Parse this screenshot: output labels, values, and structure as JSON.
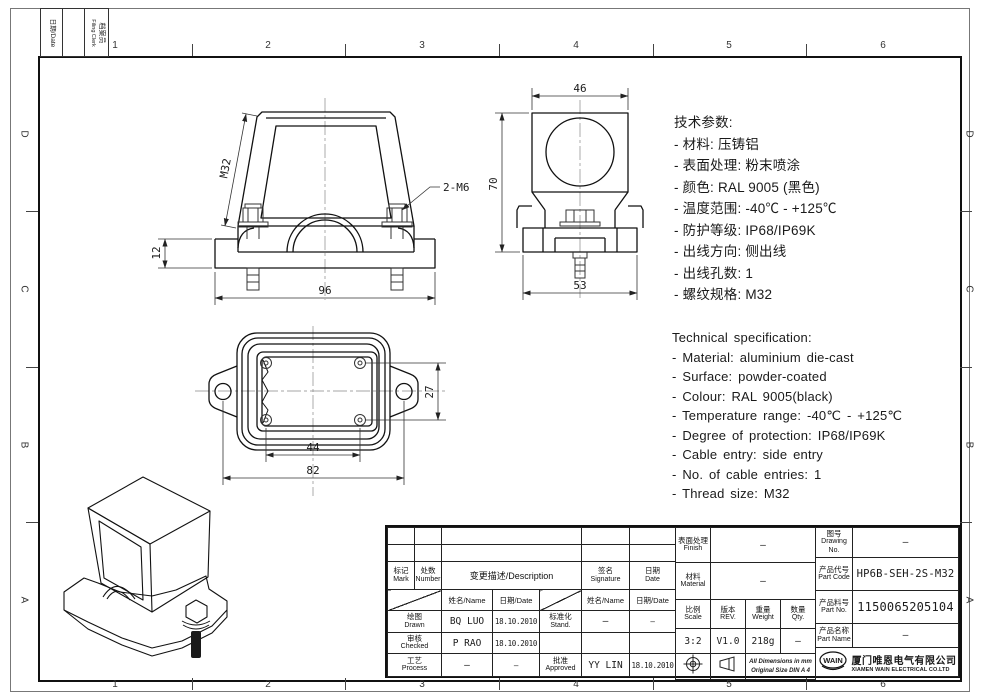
{
  "sheet": {
    "zone_cols": [
      "1",
      "2",
      "3",
      "4",
      "5",
      "6"
    ],
    "zone_rows": [
      "D",
      "C",
      "B",
      "A"
    ],
    "stamp_date": "日期/Date",
    "stamp_filing_cn": "档案员",
    "stamp_filing_en": "Filing Clerk"
  },
  "views": {
    "front": {
      "thread": "M32",
      "bolt_callout": "2-M6",
      "overall_width": "96",
      "flange_thickness": "12"
    },
    "side": {
      "top_width": "46",
      "overall_height": "70",
      "base_width": "53"
    },
    "top": {
      "screw_span": "44",
      "mount_hole_span": "82",
      "screw_span_v": "27"
    }
  },
  "specs_cn": {
    "lines": [
      "技术参数:",
      "- 材料: 压铸铝",
      "- 表面处理: 粉末喷涂",
      "- 颜色: RAL 9005 (黑色)",
      "- 温度范围: -40℃ - +125℃",
      "- 防护等级: IP68/IP69K",
      "- 出线方向: 侧出线",
      "- 出线孔数: 1",
      "- 螺纹规格: M32"
    ]
  },
  "specs_en": {
    "lines": [
      "Technical specification:",
      "- Material: aluminium die-cast",
      "- Surface: powder-coated",
      "- Colour: RAL 9005(black)",
      "- Temperature range: -40℃ - +125℃",
      "- Degree of protection: IP68/IP69K",
      "- Cable entry: side entry",
      "- No. of cable entries: 1",
      "- Thread size: M32"
    ]
  },
  "title_block": {
    "revision_table": {
      "mark": {
        "cn": "标记",
        "en": "Mark"
      },
      "number": {
        "cn": "处数",
        "en": "Number"
      },
      "description": "变更描述/Description",
      "signature": {
        "cn": "签名",
        "en": "Signature"
      },
      "date": {
        "cn": "日期",
        "en": "Date"
      },
      "name_label": "姓名/Name",
      "date_label": "日期/Date",
      "rows": {
        "drawn": {
          "label": {
            "cn": "绘图",
            "en": "Drawn"
          },
          "name": "BQ LUO",
          "date": "18.10.2010"
        },
        "checked": {
          "label": {
            "cn": "审核",
            "en": "Checked"
          },
          "name": "P RAO",
          "date": "18.10.2010"
        },
        "process": {
          "label": {
            "cn": "工艺",
            "en": "Process"
          },
          "name": "–",
          "date": "–"
        },
        "stand": {
          "label": {
            "cn": "标准化",
            "en": "Stand."
          },
          "name": "–",
          "date": "–"
        },
        "approved": {
          "label": {
            "cn": "批准",
            "en": "Approved"
          },
          "name": "YY LIN",
          "date": "18.10.2010"
        }
      }
    },
    "info": {
      "finish": {
        "label": {
          "cn": "表面处理",
          "en": "Finish"
        },
        "value": "–"
      },
      "material": {
        "label": {
          "cn": "材料",
          "en": "Material"
        },
        "value": "–"
      },
      "scale": {
        "label": {
          "cn": "比例",
          "en": "Scale"
        },
        "value": "3:2"
      },
      "rev": {
        "label": {
          "cn": "版本",
          "en": "REV."
        },
        "value": "V1.0"
      },
      "weight": {
        "label": {
          "cn": "重量",
          "en": "Weight"
        },
        "value": "218g"
      },
      "qty": {
        "label": {
          "cn": "数量",
          "en": "Qty."
        },
        "value": "–"
      },
      "note_line1": "All Dimensions in mm",
      "note_line2": "Original Size DIN A 4"
    },
    "part": {
      "drawing_no": {
        "label": {
          "cn": "图号",
          "en": "Drawing No."
        },
        "value": "–"
      },
      "part_code": {
        "label": {
          "cn": "产品代号",
          "en": "Part Code"
        },
        "value": "HP6B-SEH-2S-M32"
      },
      "part_no": {
        "label": {
          "cn": "产品料号",
          "en": "Part No."
        },
        "value": "1150065205104"
      },
      "part_name": {
        "label": {
          "cn": "产品名称",
          "en": "Part Name"
        },
        "value": "–"
      }
    },
    "company": {
      "logo": "WAIN",
      "name_cn": "厦门唯恩电气有限公司",
      "name_en": "XIAMEN WAIN ELECTRICAL CO.LTD"
    }
  }
}
